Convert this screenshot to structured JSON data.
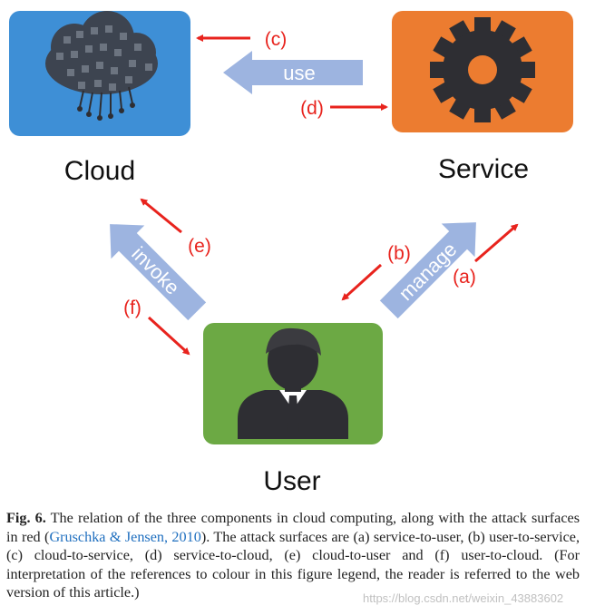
{
  "colors": {
    "cloud_box": "#3e8fd6",
    "service_box": "#ec7c30",
    "user_box": "#6ca944",
    "flow_arrow": "#9db4e0",
    "attack_arrow": "#e8231d",
    "icon_dark": "#2e2e33"
  },
  "nodes": {
    "cloud": {
      "label": "Cloud",
      "icon": "cloud-icon"
    },
    "service": {
      "label": "Service",
      "icon": "gear-icon"
    },
    "user": {
      "label": "User",
      "icon": "person-icon"
    }
  },
  "flows": {
    "use": "use",
    "invoke": "invoke",
    "manage": "manage"
  },
  "attack_surfaces": {
    "a": "(a)",
    "b": "(b)",
    "c": "(c)",
    "d": "(d)",
    "e": "(e)",
    "f": "(f)"
  },
  "caption": {
    "fig_label": "Fig. 6.",
    "text_before_ref": " The relation of the three components in cloud computing, along with the attack surfaces in red (",
    "ref": "Gruschka & Jensen, 2010",
    "text_after_ref": "). The attack surfaces are (a) service-to-user, (b) user-to-service, (c) cloud-to-service, (d) service-to-cloud, (e) cloud-to-user and (f) user-to-cloud. (For interpretation of the references to colour in this figure legend, the reader is referred to the web version of this article.)"
  },
  "watermark": "https://blog.csdn.net/weixin_43883602"
}
